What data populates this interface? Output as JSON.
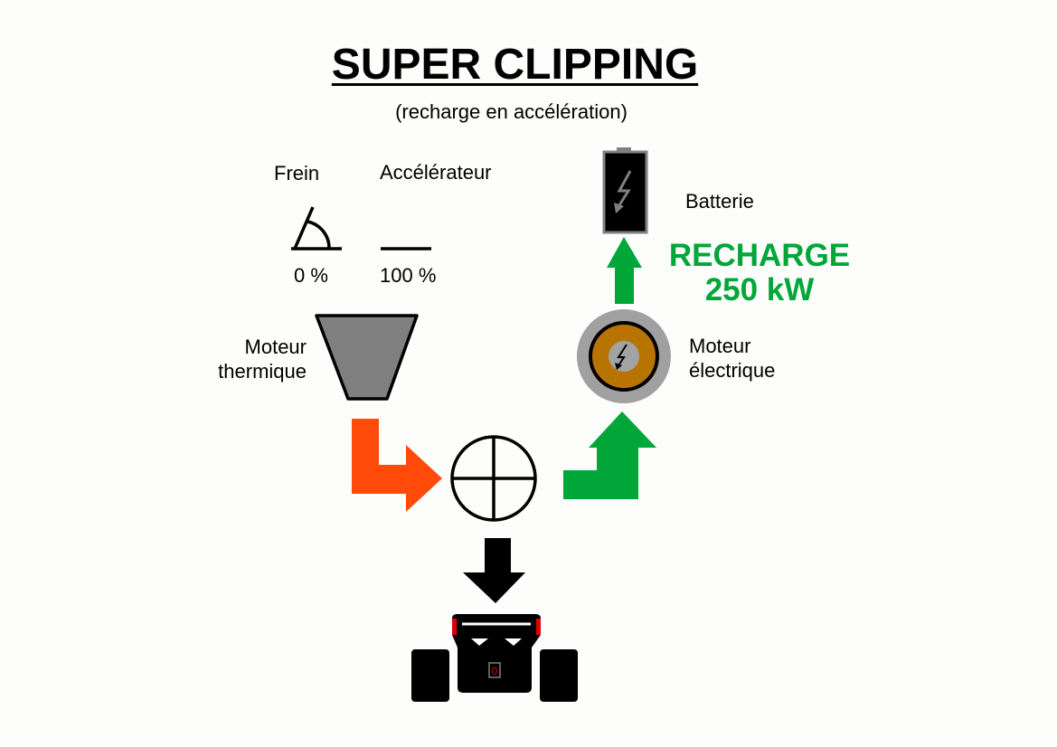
{
  "title": "SUPER CLIPPING",
  "subtitle": "(recharge en accélération)",
  "pedals": {
    "brake": {
      "label": "Frein",
      "value": "0 %"
    },
    "accelerator": {
      "label": "Accélérateur",
      "value": "100 %"
    }
  },
  "components": {
    "thermal_engine": {
      "line1": "Moteur",
      "line2": "thermique"
    },
    "electric_motor": {
      "line1": "Moteur",
      "line2": "électrique"
    },
    "battery": {
      "label": "Batterie"
    }
  },
  "recharge": {
    "line1": "RECHARGE",
    "line2": "250 kW"
  },
  "car": {
    "gear": "0"
  },
  "colors": {
    "thermal_flow": "#ff4a0a",
    "recharge_flow": "#00a738",
    "engine_gray": "#808080",
    "motor_copper": "#b87400",
    "background": "#fdfdfb"
  }
}
